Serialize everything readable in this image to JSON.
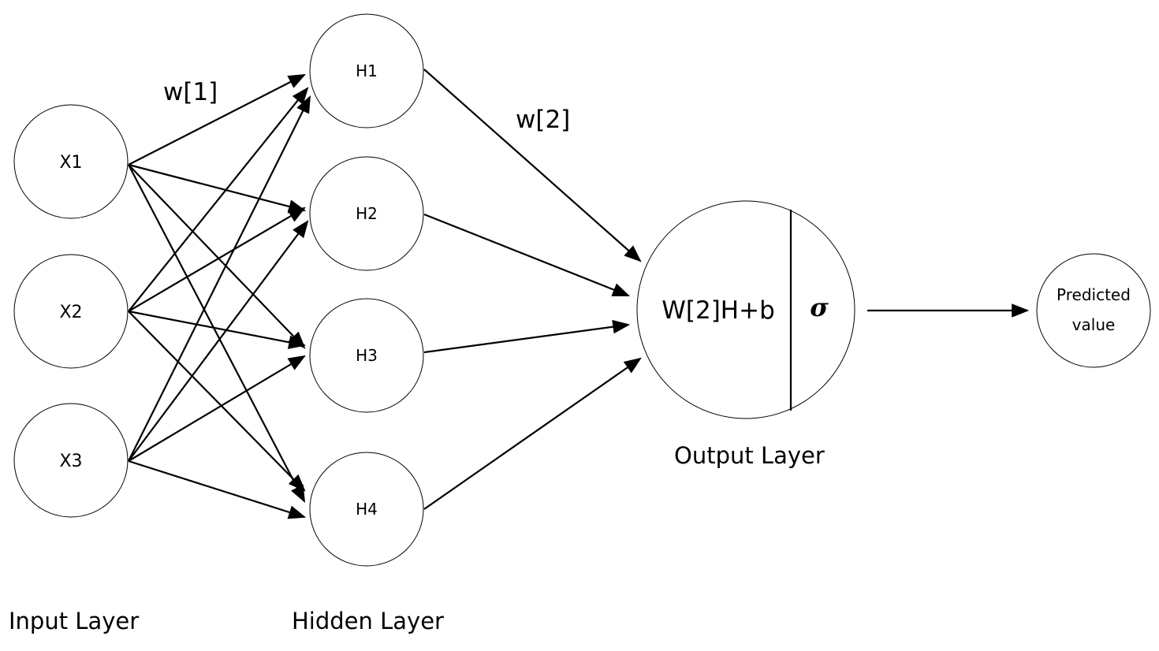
{
  "diagram": {
    "input_nodes": [
      "X1",
      "X2",
      "X3"
    ],
    "hidden_nodes": [
      "H1",
      "H2",
      "H3",
      "H4"
    ],
    "weight_labels": {
      "first": "w[1]",
      "second": "w[2]"
    },
    "output_node": {
      "formula": "W[2]H+b",
      "activation": "σ"
    },
    "prediction": {
      "line1": "Predicted",
      "line2": "value"
    },
    "layer_labels": {
      "input": "Input Layer",
      "hidden": "Hidden Layer",
      "output": "Output Layer"
    }
  }
}
